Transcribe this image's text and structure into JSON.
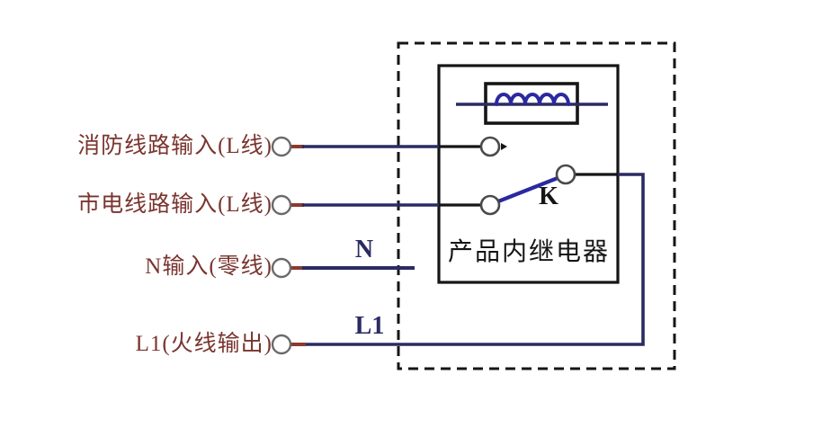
{
  "labels": {
    "fire_input": "消防线路输入(L线)",
    "mains_input": "市电线路输入(L线)",
    "neutral_input": "N输入(零线)",
    "live_output": "L1(火线输出)",
    "neutral_wire": "N",
    "live_wire": "L1",
    "relay_box": "产品内继电器",
    "switch": "K"
  },
  "colors": {
    "label_red": "#7a352f",
    "wire_navy": "#2b2b63",
    "coil_blue": "#2a29a0",
    "line_black": "#151515",
    "terminal_stub_red": "#8b3a2e"
  }
}
